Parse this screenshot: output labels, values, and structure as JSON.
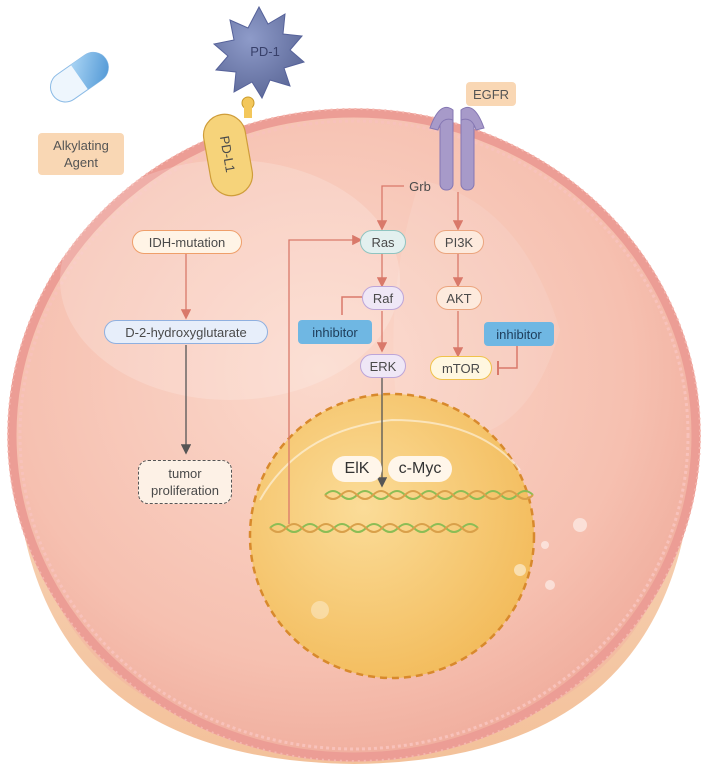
{
  "drugs": {
    "alkylating": "Alkylating\nAgent"
  },
  "receptors": {
    "pd1": "PD-1",
    "pdl1": "PD-L1",
    "egfr": "EGFR"
  },
  "idh_pathway": {
    "idh": "IDH-mutation",
    "d2hg": "D-2-hydroxyglutarate",
    "outcome": "tumor\nproliferation"
  },
  "mapk_pathway": {
    "grb": "Grb",
    "ras": "Ras",
    "raf": "Raf",
    "inhibitor": "inhibitor",
    "erk": "ERK"
  },
  "pi3k_pathway": {
    "pi3k": "PI3K",
    "akt": "AKT",
    "inhibitor": "inhibitor",
    "mtor": "mTOR"
  },
  "nucleus": {
    "tf1": "ElK",
    "tf2": "c-Myc"
  },
  "colors": {
    "cell_fill": "#f7c4b4",
    "membrane": "#ec9d95",
    "nucleus_fill": "#f6c872",
    "nucleus_border": "#d8892c",
    "inhibitor": "#6fb7e3",
    "pd1": "#6a77a8",
    "egfr": "#a79ac9"
  }
}
